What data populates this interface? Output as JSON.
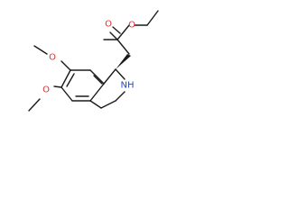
{
  "molecule": {
    "atoms": {
      "o_carbonyl": "O",
      "o_ester": "O",
      "o_methoxy_7": "O",
      "o_methoxy_6": "O",
      "nh": "NH"
    },
    "colors": {
      "oxygen": "#e03030",
      "nitrogen": "#2848c8",
      "bond": "#1a1a1a"
    }
  }
}
